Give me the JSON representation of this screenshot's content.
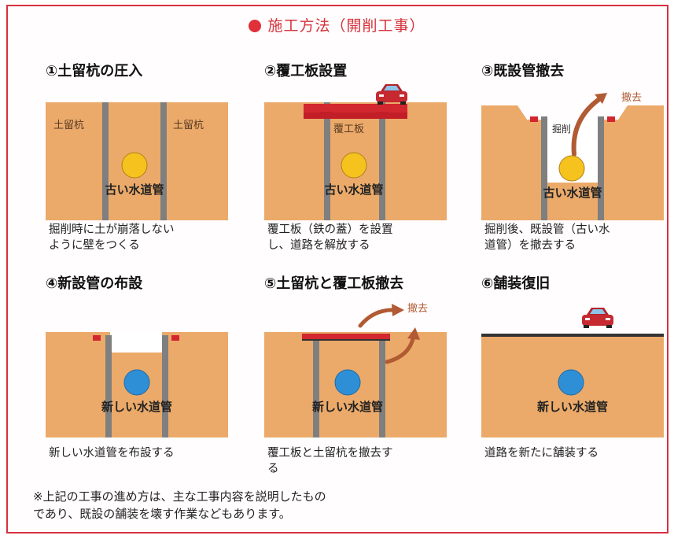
{
  "title": "施工方法（開削工事）",
  "colors": {
    "frame": "#d73040",
    "soil": "#ebaa6a",
    "pile": "#7f7f7f",
    "plate": "#d3272f",
    "old_pipe": "#f5c21e",
    "new_pipe": "#2f8fd6",
    "arrow": "#b15a33"
  },
  "icons": [
    "car-icon",
    "removal-arrow-icon",
    "title-dot-icon"
  ],
  "steps": [
    {
      "title": "①土留杭の圧入",
      "labels": {
        "pile_left": "土留杭",
        "pile_right": "土留杭",
        "pipe": "古い水道管"
      },
      "caption": "掘削時に土が崩落しない\nように壁をつくる"
    },
    {
      "title": "②覆工板設置",
      "labels": {
        "plate": "覆工板",
        "pipe": "古い水道管"
      },
      "caption": "覆工板（鉄の蓋）を設置\nし、道路を解放する"
    },
    {
      "title": "③既設管撤去",
      "labels": {
        "removal": "撤去",
        "excavation": "掘削",
        "pipe": "古い水道管"
      },
      "caption": "掘削後、既設管（古い水\n道管）を撤去する"
    },
    {
      "title": "④新設管の布設",
      "labels": {
        "pipe": "新しい水道管"
      },
      "caption": "新しい水道管を布設する"
    },
    {
      "title": "⑤土留杭と覆工板撤去",
      "labels": {
        "removal": "撤去",
        "pipe": "新しい水道管"
      },
      "caption": "覆工板と土留杭を撤去す\nる"
    },
    {
      "title": "⑥舗装復旧",
      "labels": {
        "pipe": "新しい水道管"
      },
      "caption": "道路を新たに舗装する"
    }
  ],
  "footnote": "※上記の工事の進め方は、主な工事内容を説明したもの\nであり、既設の舗装を壊す作業などもあります。"
}
